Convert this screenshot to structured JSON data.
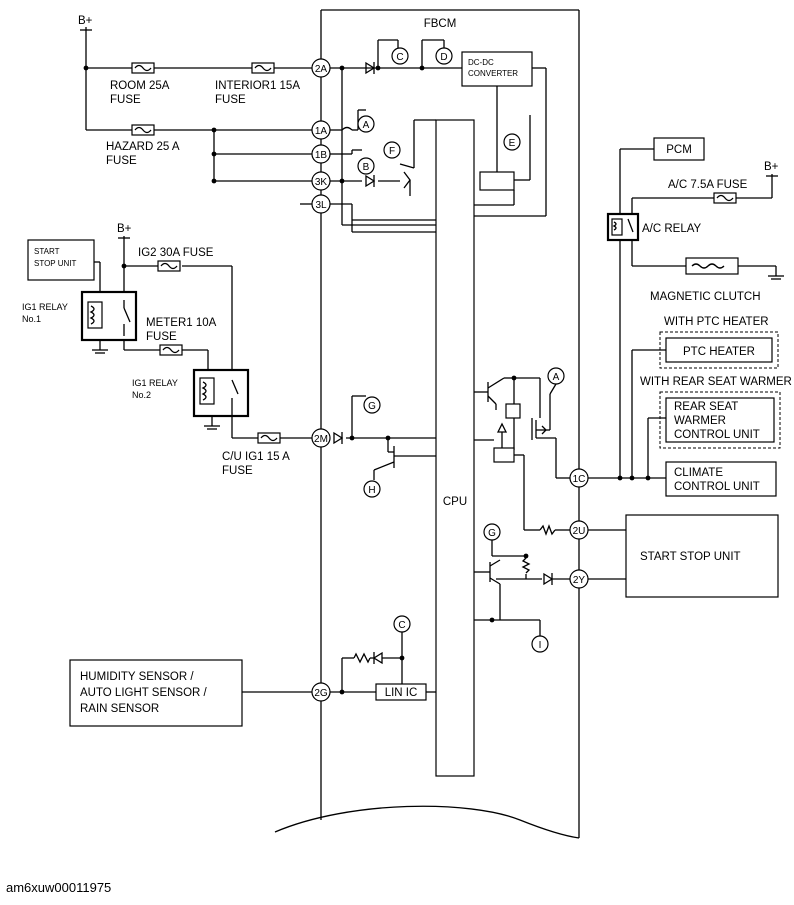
{
  "module": {
    "title": "FBCM",
    "cpu": "CPU",
    "dcdc": [
      "DC-DC",
      "CONVERTER"
    ],
    "lin_ic": "LIN IC"
  },
  "connectors": {
    "c2A": "2A",
    "c1A": "1A",
    "c1B": "1B",
    "c3K": "3K",
    "c3L": "3L",
    "c2M": "2M",
    "c2G": "2G",
    "c1C": "1C",
    "c2U": "2U",
    "c2Y": "2Y"
  },
  "refs": {
    "A": "A",
    "B": "B",
    "C": "C",
    "D": "D",
    "E": "E",
    "F": "F",
    "G": "G",
    "H": "H",
    "I": "I"
  },
  "power": {
    "bplus": "B+"
  },
  "fuses": {
    "room": [
      "ROOM 25A",
      "FUSE"
    ],
    "interior": [
      "INTERIOR1 15A",
      "FUSE"
    ],
    "hazard": [
      "HAZARD 25 A",
      "FUSE"
    ],
    "ig2": "IG2 30A FUSE",
    "meter": [
      "METER1 10A",
      "FUSE"
    ],
    "cu_ig1": [
      "C/U IG1 15 A",
      "FUSE"
    ],
    "ac": "A/C 7.5A FUSE"
  },
  "relays": {
    "ig1_no1": [
      "IG1 RELAY",
      "No.1"
    ],
    "ig1_no2": [
      "IG1 RELAY",
      "No.2"
    ],
    "ac": "A/C RELAY"
  },
  "units": {
    "start_stop_small": [
      "START",
      "STOP UNIT"
    ],
    "pcm": "PCM",
    "magnetic_clutch": "MAGNETIC CLUTCH",
    "with_ptc": "WITH PTC HEATER",
    "ptc_heater": "PTC HEATER",
    "with_rear": "WITH REAR SEAT WARMER",
    "rear_seat": [
      "REAR SEAT",
      "WARMER",
      "CONTROL UNIT"
    ],
    "climate": [
      "CLIMATE",
      "CONTROL UNIT"
    ],
    "start_stop": "START STOP UNIT",
    "sensor": [
      "HUMIDITY SENSOR /",
      "AUTO LIGHT SENSOR /",
      "RAIN SENSOR"
    ]
  },
  "caption": "am6xuw00011975"
}
